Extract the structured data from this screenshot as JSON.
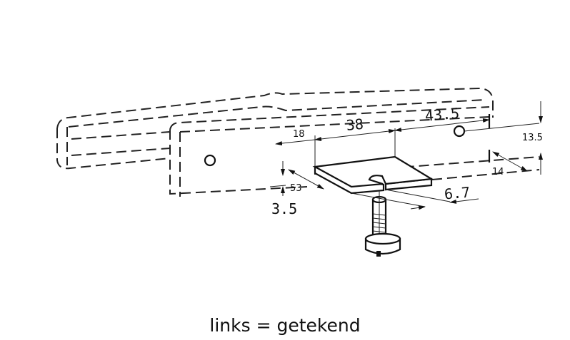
{
  "dimensions": {
    "d18": "18",
    "d38": "38",
    "d43_5": "43.5",
    "d13_5": "13.5",
    "d14": "14",
    "d53": "53",
    "d3_5": "3.5",
    "d6_7": "6.7"
  },
  "caption": "links = getekend"
}
